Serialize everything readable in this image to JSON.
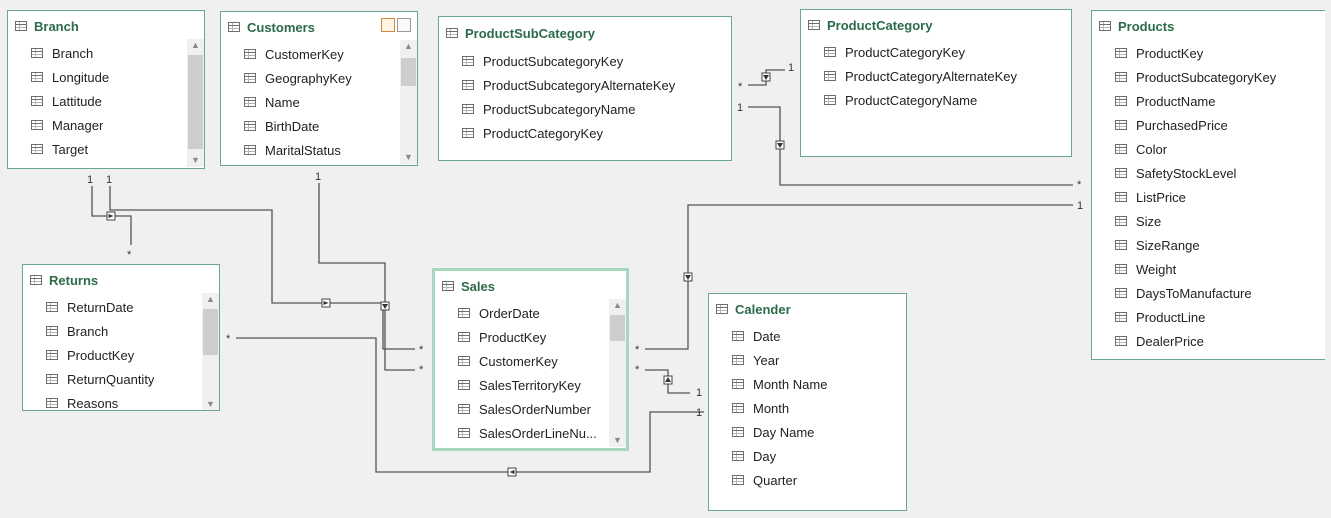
{
  "tables": [
    {
      "id": "branch",
      "name": "Branch",
      "fields": [
        "Branch",
        "Longitude",
        "Lattitude",
        "Manager",
        "Target"
      ]
    },
    {
      "id": "customers",
      "name": "Customers",
      "fields": [
        "CustomerKey",
        "GeographyKey",
        "Name",
        "BirthDate",
        "MaritalStatus"
      ]
    },
    {
      "id": "productsubcategory",
      "name": "ProductSubCategory",
      "fields": [
        "ProductSubcategoryKey",
        "ProductSubcategoryAlternateKey",
        "ProductSubcategoryName",
        "ProductCategoryKey"
      ]
    },
    {
      "id": "productcategory",
      "name": "ProductCategory",
      "fields": [
        "ProductCategoryKey",
        "ProductCategoryAlternateKey",
        "ProductCategoryName"
      ]
    },
    {
      "id": "products",
      "name": "Products",
      "fields": [
        "ProductKey",
        "ProductSubcategoryKey",
        "ProductName",
        "PurchasedPrice",
        "Color",
        "SafetyStockLevel",
        "ListPrice",
        "Size",
        "SizeRange",
        "Weight",
        "DaysToManufacture",
        "ProductLine",
        "DealerPrice"
      ]
    },
    {
      "id": "returns",
      "name": "Returns",
      "fields": [
        "ReturnDate",
        "Branch",
        "ProductKey",
        "ReturnQuantity",
        "Reasons"
      ]
    },
    {
      "id": "sales",
      "name": "Sales",
      "fields": [
        "OrderDate",
        "ProductKey",
        "CustomerKey",
        "SalesTerritoryKey",
        "SalesOrderNumber",
        "SalesOrderLineNu..."
      ]
    },
    {
      "id": "calender",
      "name": "Calender",
      "fields": [
        "Date",
        "Year",
        "Month Name",
        "Month",
        "Day Name",
        "Day",
        "Quarter"
      ]
    }
  ],
  "cardinality": {
    "one": "1",
    "many": "*"
  }
}
